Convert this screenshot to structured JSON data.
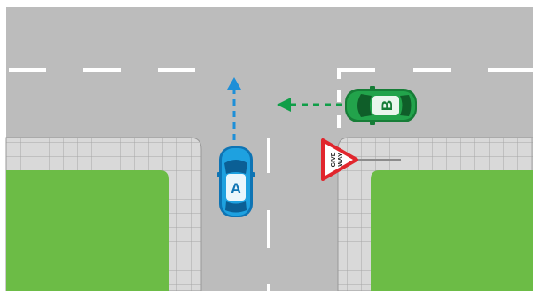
{
  "scene": {
    "colors": {
      "road": "#bcbcbc",
      "tile": "#d9d9d9",
      "grout": "#a6a6a6",
      "grass": "#6cbc46",
      "marking": "#ffffff",
      "sign_border": "#e1262d",
      "car_a_body": "#1ea1e0",
      "car_a_dark": "#0e74b4",
      "car_b_body": "#22a34b",
      "car_b_dark": "#167d37",
      "arrow_a": "#1e8fd8",
      "arrow_b": "#0f9e48"
    },
    "car_a": {
      "label": "A",
      "heading": "north",
      "icon": "car-top-view"
    },
    "car_b": {
      "label": "B",
      "heading": "west",
      "icon": "car-top-view"
    },
    "sign": {
      "line1": "GIVE",
      "line2": "WAY",
      "shape": "triangle"
    }
  }
}
